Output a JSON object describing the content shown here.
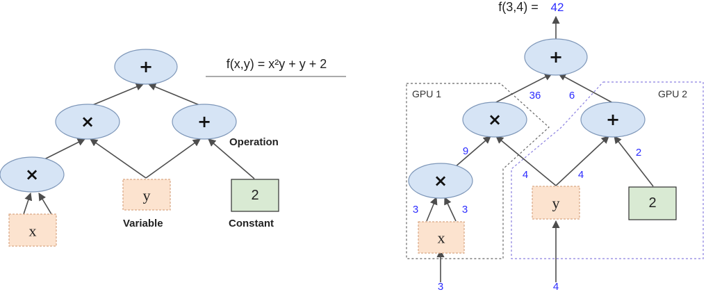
{
  "left_graph": {
    "formula": "f(x,y) = x²y + y + 2",
    "nodes": {
      "root_op": "+",
      "mul_op": "×",
      "add_op": "+",
      "mul_bottom_op": "×",
      "var_x": "x",
      "var_y": "y",
      "const_2": "2"
    },
    "captions": {
      "operation": "Operation",
      "variable": "Variable",
      "constant": "Constant"
    }
  },
  "right_graph": {
    "result_label": "f(3,4) = ",
    "result_value": "42",
    "gpu1_label": "GPU 1",
    "gpu2_label": "GPU 2",
    "nodes": {
      "root_op": "+",
      "mul_op": "×",
      "add_op": "+",
      "mul_bottom_op": "×",
      "var_x": "x",
      "var_y": "y",
      "const_2": "2"
    },
    "edge_values": {
      "mul_to_root": "36",
      "add_to_root": "6",
      "mulb_to_mul": "9",
      "y_to_mul": "4",
      "y_to_add": "4",
      "const_to_add": "2",
      "x_left": "3",
      "x_right": "3",
      "input_x": "3",
      "input_y": "4"
    }
  }
}
